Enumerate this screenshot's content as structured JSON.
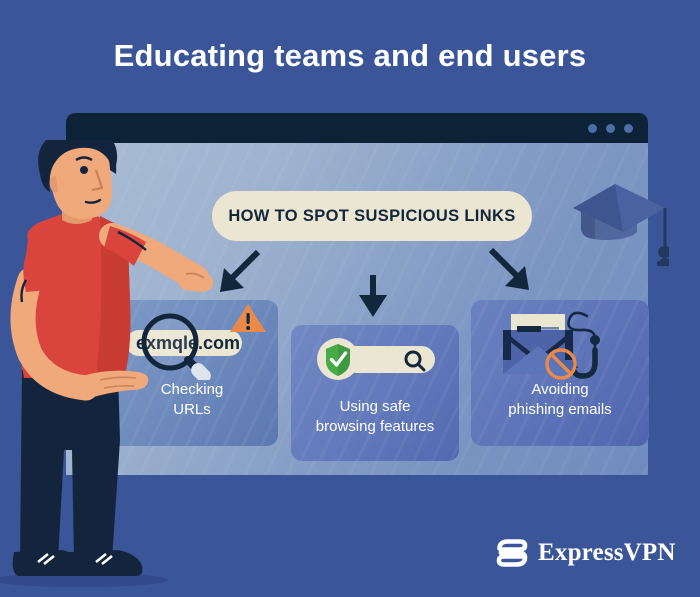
{
  "page": {
    "title": "Educating teams and end users",
    "background_color": "#3a5598"
  },
  "browser": {
    "titlebar_color": "#0c2236",
    "dots": [
      "window-dot-1",
      "window-dot-2",
      "window-dot-3"
    ],
    "headline": "HOW TO SPOT SUSPICIOUS LINKS",
    "headline_pill_color": "#eae6d1",
    "headline_text_color": "#12263c"
  },
  "decorations": {
    "grad_cap": "graduation-cap-icon",
    "arrows": [
      "arrow-down-left-icon",
      "arrow-down-icon",
      "arrow-down-right-icon"
    ]
  },
  "cards": [
    {
      "id": "checking-urls",
      "label": "Checking\nURLs",
      "label_line1": "Checking",
      "label_line2": "URLs",
      "url_value": "exmqle.com",
      "icons": [
        "magnifier-icon",
        "warning-triangle-icon"
      ],
      "accent_color": "#e98a4b"
    },
    {
      "id": "safe-browsing",
      "label": "Using safe\nbrowsing features",
      "label_line1": "Using safe",
      "label_line2": "browsing features",
      "icons": [
        "shield-check-icon",
        "search-icon"
      ],
      "accent_color": "#3f9b3f"
    },
    {
      "id": "avoiding-phishing",
      "label": "Avoiding\nphishing emails",
      "label_line1": "Avoiding",
      "label_line2": "phishing emails",
      "icons": [
        "envelope-icon",
        "no-entry-icon",
        "fishing-hook-icon"
      ],
      "accent_color": "#e98a4b"
    }
  ],
  "illustration": {
    "person": "person-pointing-illustration",
    "shirt_color": "#d9453c",
    "skin_color": "#f0a97a",
    "hair_color": "#13253d",
    "pants_color": "#13253d"
  },
  "logo": {
    "mark": "expressvpn-logo-mark",
    "text": "ExpressVPN",
    "color": "#ffffff"
  }
}
